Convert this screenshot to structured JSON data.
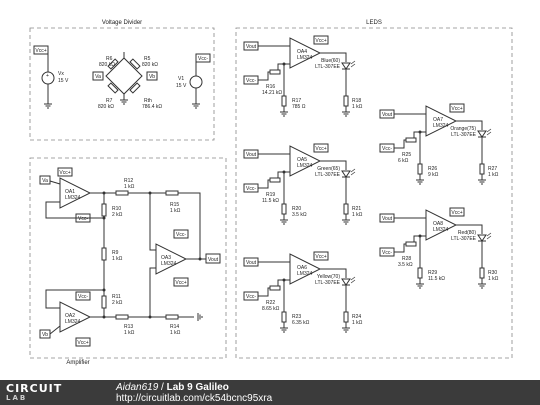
{
  "sections": {
    "voltage_divider": "Voltage Divider",
    "leds": "LEDS",
    "amplifier": "Amplifier"
  },
  "divider": {
    "vx": {
      "name": "Vx",
      "value": "15 V"
    },
    "v1": {
      "name": "V1",
      "value": "15 V"
    },
    "vcc_plus": "Vcc+",
    "vcc_minus": "Vcc-",
    "va": "Va",
    "vb": "Vb",
    "r6": {
      "name": "R6",
      "value": "820 kΩ"
    },
    "r5": {
      "name": "R5",
      "value": "820 kΩ"
    },
    "r7": {
      "name": "R7",
      "value": "820 kΩ"
    },
    "rth": {
      "name": "Rth",
      "value": "786.4 kΩ"
    }
  },
  "amplifier": {
    "va": "Va",
    "vb": "Vb",
    "vout": "Vout",
    "oa1": {
      "name": "OA1",
      "part": "LM324",
      "vcc_plus": "Vcc+",
      "vcc_minus": "Vcc-"
    },
    "oa2": {
      "name": "OA2",
      "part": "LM324",
      "vcc_plus": "Vcc+",
      "vcc_minus": "Vcc-"
    },
    "oa3": {
      "name": "OA3",
      "part": "LM324",
      "vcc_plus": "Vcc+",
      "vcc_minus": "Vcc-"
    },
    "r12": {
      "name": "R12",
      "value": "1 kΩ"
    },
    "r10": {
      "name": "R10",
      "value": "2 kΩ"
    },
    "r15": {
      "name": "R15",
      "value": "1 kΩ"
    },
    "r9": {
      "name": "R9",
      "value": "1 kΩ"
    },
    "r11": {
      "name": "R11",
      "value": "2 kΩ"
    },
    "r13": {
      "name": "R13",
      "value": "1 kΩ"
    },
    "r14": {
      "name": "R14",
      "value": "1 kΩ"
    }
  },
  "leds": [
    {
      "op": "OA4",
      "rin": "R16",
      "rin_value": "14.21 kΩ",
      "rdiv": "R17",
      "rdiv_value": "785 Ω",
      "led": "Blue(60)",
      "led_part": "LTL-307EE",
      "rled": "R18",
      "rled_value": "1 kΩ"
    },
    {
      "op": "OA5",
      "rin": "R19",
      "rin_value": "11.5 kΩ",
      "rdiv": "R20",
      "rdiv_value": "3.5 kΩ",
      "led": "Green(65)",
      "led_part": "LTL-307EE",
      "rled": "R21",
      "rled_value": "1 kΩ"
    },
    {
      "op": "OA6",
      "rin": "R22",
      "rin_value": "8.65 kΩ",
      "rdiv": "R23",
      "rdiv_value": "6.35 kΩ",
      "led": "Yellow(70)",
      "led_part": "LTL-307EE",
      "rled": "R24",
      "rled_value": "1 kΩ"
    },
    {
      "op": "OA7",
      "rin": "R25",
      "rin_value": "6 kΩ",
      "rdiv": "R26",
      "rdiv_value": "9 kΩ",
      "led": "Orange(75)",
      "led_part": "LTL-307EE",
      "rled": "R27",
      "rled_value": "1 kΩ"
    },
    {
      "op": "OA8",
      "rin": "R28",
      "rin_value": "3.5 kΩ",
      "rdiv": "R29",
      "rdiv_value": "11.5 kΩ",
      "led": "Red(80)",
      "led_part": "LTL-307EE",
      "rled": "R30",
      "rled_value": "1 kΩ"
    }
  ],
  "led_labels": {
    "part": "LM324",
    "vout": "Vout",
    "vcc_plus": "Vcc+",
    "vcc_minus": "Vcc-"
  },
  "footer": {
    "logo_top": "CIRCUIT",
    "logo_bottom": "LAB",
    "author": "Aidan619",
    "separator": " / ",
    "title": "Lab 9 Galileo",
    "url": "http://circuitlab.com/ck54bcnc95xra"
  }
}
